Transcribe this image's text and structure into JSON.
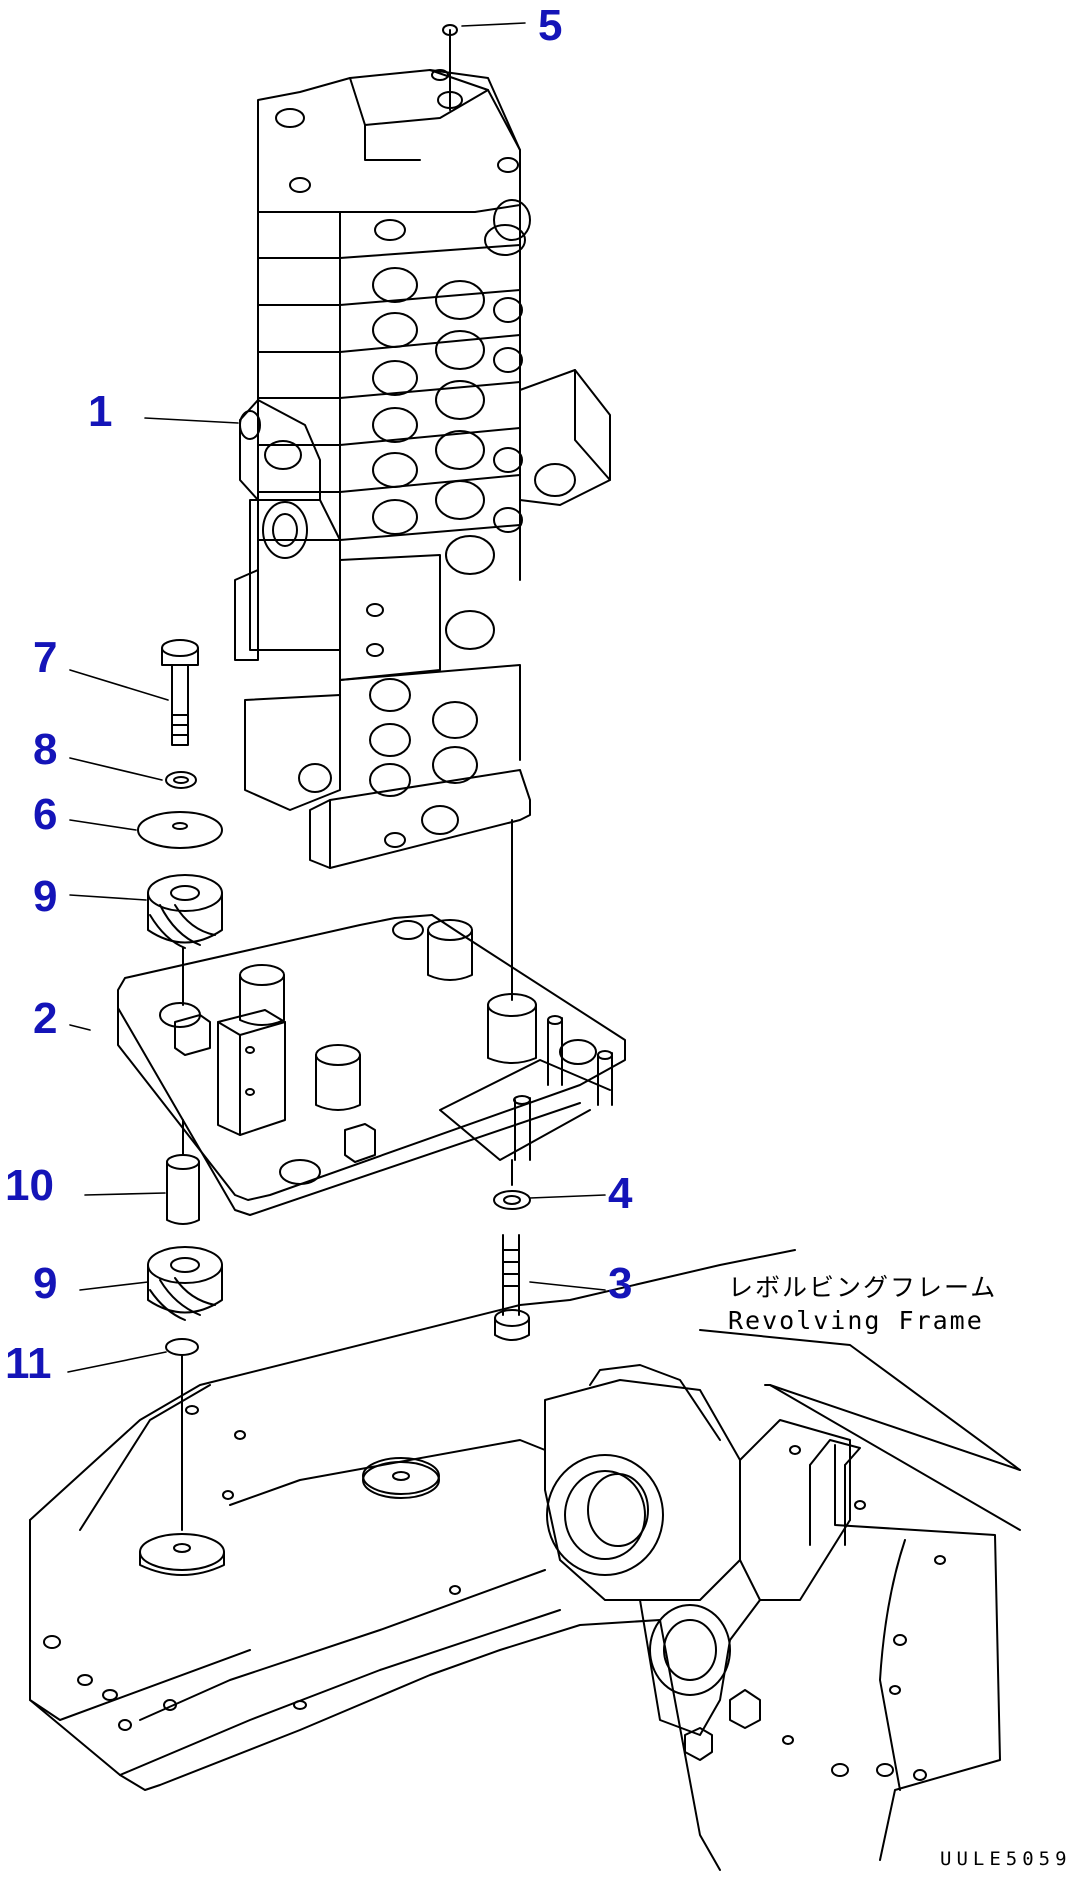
{
  "diagram": {
    "callout_color": "#1414b8",
    "line_color": "#000000",
    "callouts": [
      {
        "id": "c5",
        "label": "5"
      },
      {
        "id": "c1",
        "label": "1"
      },
      {
        "id": "c7",
        "label": "7"
      },
      {
        "id": "c8",
        "label": "8"
      },
      {
        "id": "c6",
        "label": "6"
      },
      {
        "id": "c9a",
        "label": "9"
      },
      {
        "id": "c2",
        "label": "2"
      },
      {
        "id": "c10",
        "label": "10"
      },
      {
        "id": "c4",
        "label": "4"
      },
      {
        "id": "c9b",
        "label": "9"
      },
      {
        "id": "c3",
        "label": "3"
      },
      {
        "id": "c11",
        "label": "11"
      }
    ],
    "caption_jp": "レボルビングフレーム",
    "caption_en": "Revolving Frame",
    "drawing_code": "UULE5059"
  }
}
